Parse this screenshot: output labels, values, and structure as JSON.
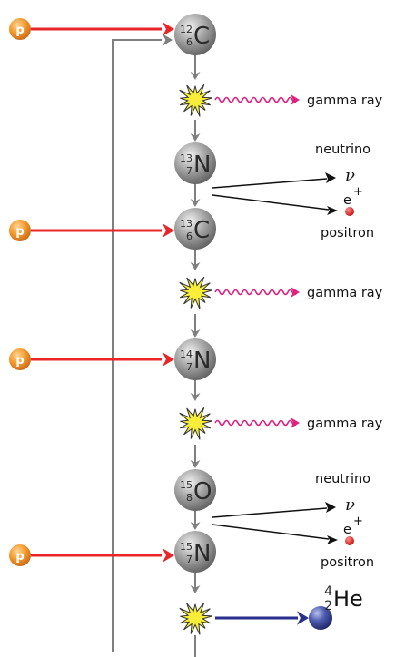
{
  "proton": {
    "label": "p"
  },
  "nuclei": [
    {
      "mass": "12",
      "atomic": "6",
      "symbol": "C"
    },
    {
      "mass": "13",
      "atomic": "7",
      "symbol": "N"
    },
    {
      "mass": "13",
      "atomic": "6",
      "symbol": "C"
    },
    {
      "mass": "14",
      "atomic": "7",
      "symbol": "N"
    },
    {
      "mass": "15",
      "atomic": "8",
      "symbol": "O"
    },
    {
      "mass": "15",
      "atomic": "7",
      "symbol": "N"
    }
  ],
  "gamma": [
    {
      "label": "gamma ray"
    },
    {
      "label": "gamma ray"
    },
    {
      "label": "gamma ray"
    }
  ],
  "decays": [
    {
      "neutrino_label": "neutrino",
      "nu_symbol": "ν",
      "positron_symbol": "e",
      "positron_charge": "+",
      "positron_label": "positron"
    },
    {
      "neutrino_label": "neutrino",
      "nu_symbol": "ν",
      "positron_symbol": "e",
      "positron_charge": "+",
      "positron_label": "positron"
    }
  ],
  "helium": {
    "mass": "4",
    "atomic": "2",
    "symbol": "He"
  },
  "colors": {
    "proton_arrow": "#e8262a",
    "proton": "#f39a2a",
    "nucleus": "#8e8e8e",
    "gamma": "#e0207e",
    "positron": "#e02020",
    "helium_arrow": "#2a2e8c",
    "helium": "#3d4fa0",
    "cycle_line": "#7f7f7f",
    "flash": "#f8ee3a"
  }
}
